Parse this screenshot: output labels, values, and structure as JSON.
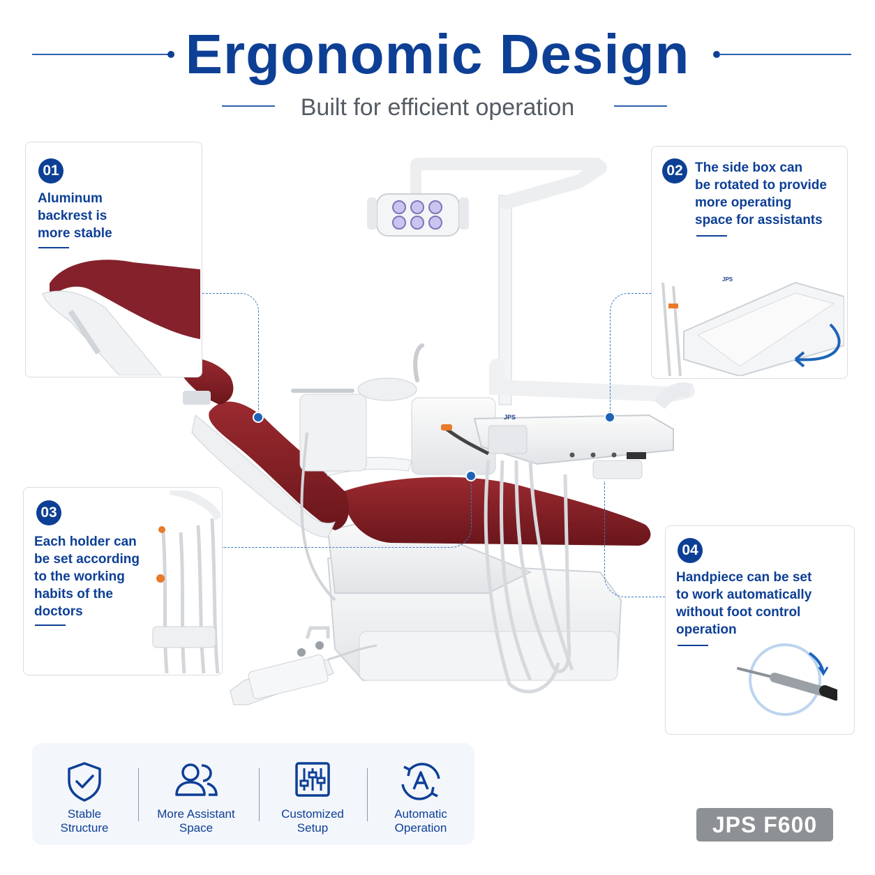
{
  "header": {
    "title": "Ergonomic Design",
    "subtitle": "Built for efficient operation"
  },
  "callouts": [
    {
      "number": "01",
      "lines": [
        "Aluminum",
        "backrest is",
        "more stable"
      ]
    },
    {
      "number": "02",
      "lines": [
        "The side box can",
        "be rotated to provide",
        "more operating",
        "space for assistants"
      ]
    },
    {
      "number": "03",
      "lines": [
        "Each holder can",
        "be set according",
        "to the working",
        "habits of the",
        "doctors"
      ]
    },
    {
      "number": "04",
      "lines": [
        "Handpiece can be set",
        "to work automatically",
        "without foot control",
        "operation"
      ]
    }
  ],
  "product": {
    "logo_text": "JPS"
  },
  "features": [
    {
      "icon": "shield-check-icon",
      "lines": [
        "Stable",
        "Structure"
      ]
    },
    {
      "icon": "users-icon",
      "lines": [
        "More Assistant",
        "Space"
      ]
    },
    {
      "icon": "sliders-icon",
      "lines": [
        "Customized",
        "Setup"
      ]
    },
    {
      "icon": "auto-rotate-icon",
      "lines": [
        "Automatic",
        "Operation"
      ]
    }
  ],
  "model_badge": "JPS F600",
  "colors": {
    "brand_blue": "#0d3f95",
    "upholstery": "#7e1d22",
    "badge_gray": "#8d9094"
  }
}
